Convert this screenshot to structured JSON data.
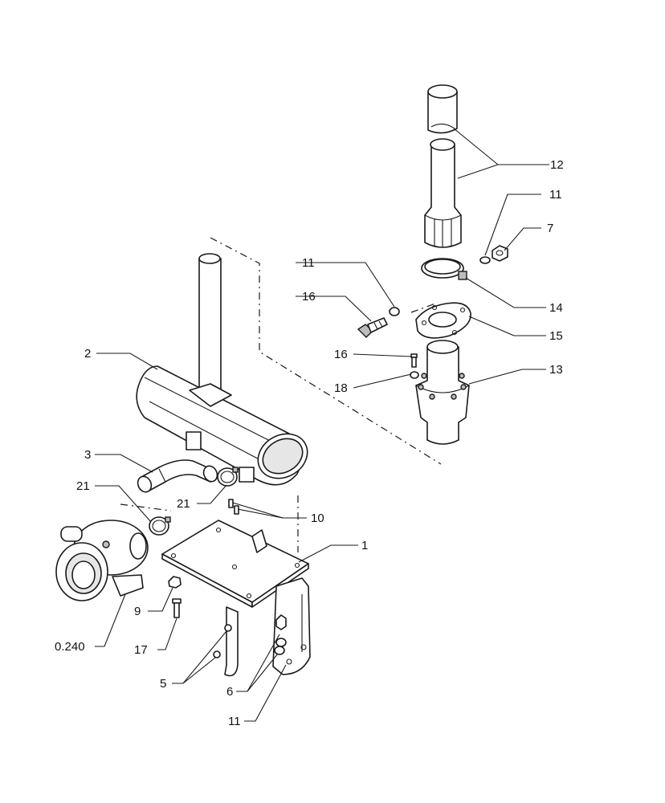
{
  "diagram": {
    "labels": {
      "l_12": "12",
      "l_11_top": "11",
      "l_7": "7",
      "l_11_mid": "11",
      "l_16_a": "16",
      "l_14": "14",
      "l_15": "15",
      "l_16_b": "16",
      "l_13": "13",
      "l_18": "18",
      "l_2": "2",
      "l_3": "3",
      "l_21_a": "21",
      "l_21_b": "21",
      "l_10": "10",
      "l_1": "1",
      "l_9": "9",
      "l_17": "17",
      "l_0240": "0.240",
      "l_5": "5",
      "l_6": "6",
      "l_11_bot": "11"
    }
  }
}
